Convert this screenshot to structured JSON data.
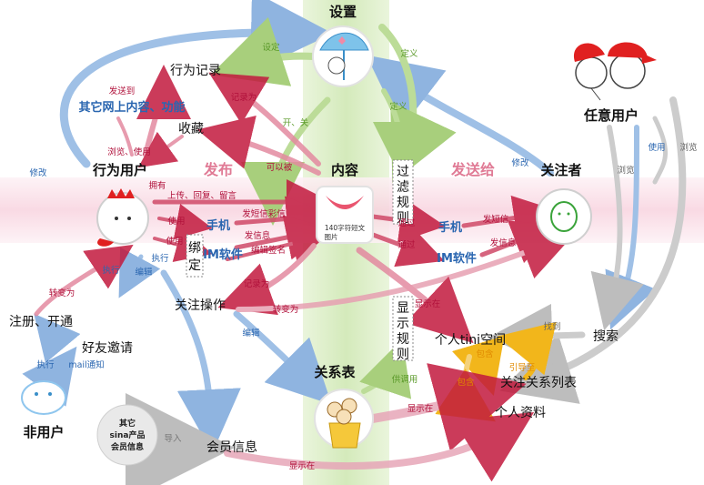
{
  "colors": {
    "green_band": "#d9ecc4",
    "pink_band": "#fbe2ea",
    "red_arrow": "#c21a3e",
    "blue_arrow": "#8fb4e0",
    "green_arrow": "#b6d88e",
    "gray_arrow": "#c6c6c6",
    "yellow_arrow": "#f2b61b",
    "text_blue": "#2a66b0",
    "text_red": "#b0103a"
  },
  "nodes": {
    "settings": "设置",
    "behavior_record": "行为记录",
    "send_to_other": "其它网上内容、功能",
    "favorite": "收藏",
    "behavior_user": "行为用户",
    "content": "内容",
    "filter_rules": [
      "过",
      "滤",
      "规",
      "则"
    ],
    "follower": "关注者",
    "any_user": "任意用户",
    "phone_left": "手机",
    "im_left": "IM软件",
    "bind": [
      "绑",
      "定"
    ],
    "phone_right": "手机",
    "im_right": "IM软件",
    "follow_action": "关注操作",
    "register": "注册、开通",
    "invite": "好友邀请",
    "non_user": "非用户",
    "display_rules": [
      "显",
      "示",
      "规",
      "则"
    ],
    "tini_space": "个人tini空间",
    "search": "搜索",
    "relation_table": "关系表",
    "follow_list": "关注关系列表",
    "profile": "个人资料",
    "member_info": "会员信息",
    "other_sina": [
      "其它",
      "sina产品",
      "会员信息"
    ],
    "content_bubble": [
      "140字符短文",
      "图片"
    ]
  },
  "labels": {
    "publish": "发布",
    "send_to": "发送给",
    "set": "设定",
    "define_top": "定义",
    "define_mid": "定义",
    "record_as": "记录为",
    "on_off": "开、关",
    "send_to_small": "发送到",
    "browse_use": "浏览、使用",
    "can_be": "可以被",
    "own": "拥有",
    "modify_left": "修改",
    "modify_right": "修改",
    "upload_reply_msg": "上传、回复、留言",
    "use1": "使用",
    "use2": "使用",
    "send_sms_mms": "发短信彩信",
    "send_msg_left": "发信息",
    "edit_sign": "编辑签名",
    "pass1": "通过",
    "pass2": "通过",
    "send_sms_right": "发短信",
    "send_msg_right": "发信息",
    "execute_left": "执行",
    "edit_left": "编辑",
    "execute_top": "执行",
    "convert_to_left": "转变为",
    "record_as2": "记录为",
    "convert_to_mid": "转变为",
    "edit_mid": "编辑",
    "show_in_top": "显示在",
    "execute_bottom": "执行",
    "mail_notify": "mail通知",
    "use_right": "使用",
    "browse_right1": "浏览",
    "browse_right2": "浏览",
    "find": "找到",
    "include1": "包含",
    "include2": "包含",
    "guide_to": "引导至",
    "for_call": "供调用",
    "show_in_mid": "显示在",
    "import": "导入",
    "show_in_bottom": "显示在"
  }
}
